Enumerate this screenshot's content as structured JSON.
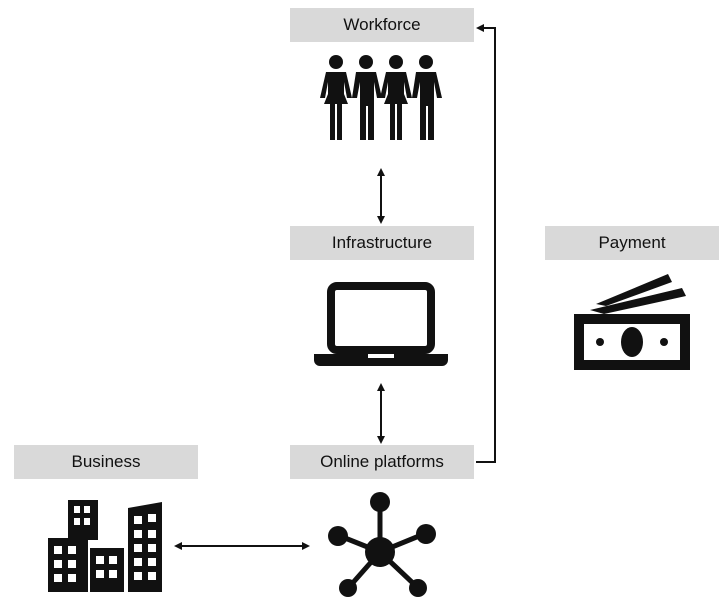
{
  "nodes": {
    "workforce": {
      "label": "Workforce",
      "icon": "people-icon"
    },
    "infrastructure": {
      "label": "Infrastructure",
      "icon": "laptop-icon"
    },
    "payment": {
      "label": "Payment",
      "icon": "cash-icon"
    },
    "business": {
      "label": "Business",
      "icon": "buildings-icon"
    },
    "online_platforms": {
      "label": "Online platforms",
      "icon": "network-hub-icon"
    }
  },
  "colors": {
    "label_bg": "#d9d9d9",
    "ink": "#111111"
  }
}
